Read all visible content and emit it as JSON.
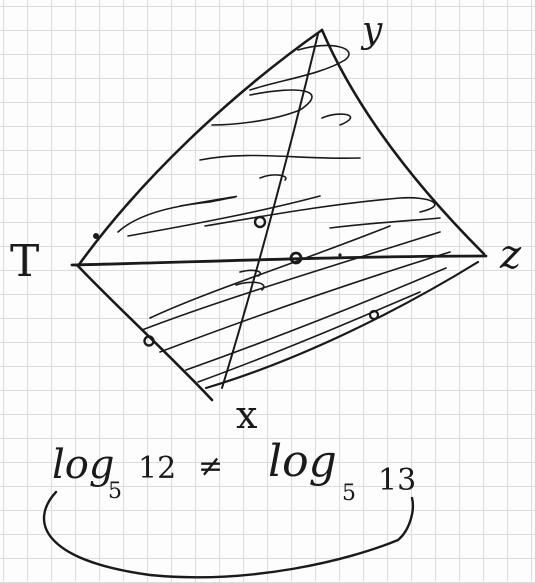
{
  "sketch": {
    "vertex_labels": {
      "top": "y",
      "left": "T",
      "right": "z",
      "bottom": "x"
    },
    "inequality": {
      "left_log": "log",
      "left_base": "5",
      "left_arg": "12",
      "relation": "≠",
      "right_log": "log",
      "right_base": "5",
      "right_arg": "13"
    },
    "ink_color": "#1a1a1a",
    "grid_color": "#dcdcdc"
  }
}
